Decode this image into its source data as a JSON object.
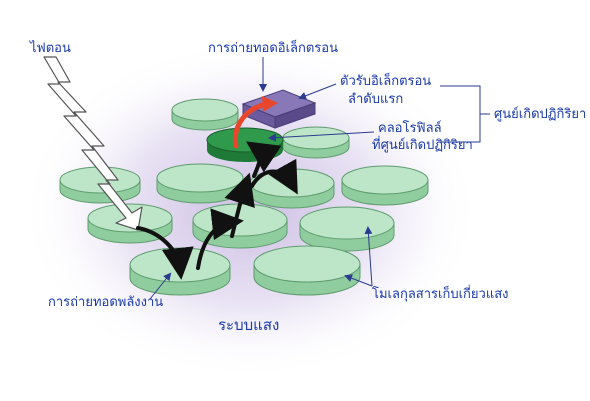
{
  "labels": {
    "photon": "ไฟตอน",
    "electron_transfer": "การถ่ายทอดอิเล็กตรอน",
    "primary_acceptor_1": "ตัวรับอิเล็กตรอน",
    "primary_acceptor_2": "ลำดับแรก",
    "chlorophyll_1": "คลอโรฟิลล์",
    "chlorophyll_2": "ที่ศูนย์เกิดปฏิกิริยา",
    "reaction_center": "ศูนย์เกิดปฏิกิริยา",
    "energy_transfer": "การถ่ายทอดพลังงาน",
    "pigment_molecules": "โมเลกุลสารเก็บเกี่ยวแสง",
    "photosystem": "ระบบแสง"
  },
  "colors": {
    "disc_top": "#bde5c8",
    "disc_side": "#8fcc9e",
    "center_top": "#2f9a4c",
    "center_side": "#1f7a37",
    "acceptor_top": "#8878b8",
    "acceptor_side": "#5a4a8a",
    "label_blue": "#1a3aa8",
    "arrow_black": "#111111",
    "arrow_red": "#e8472c",
    "bracket": "#2b3b8f",
    "glow": "#b9a6d9"
  }
}
